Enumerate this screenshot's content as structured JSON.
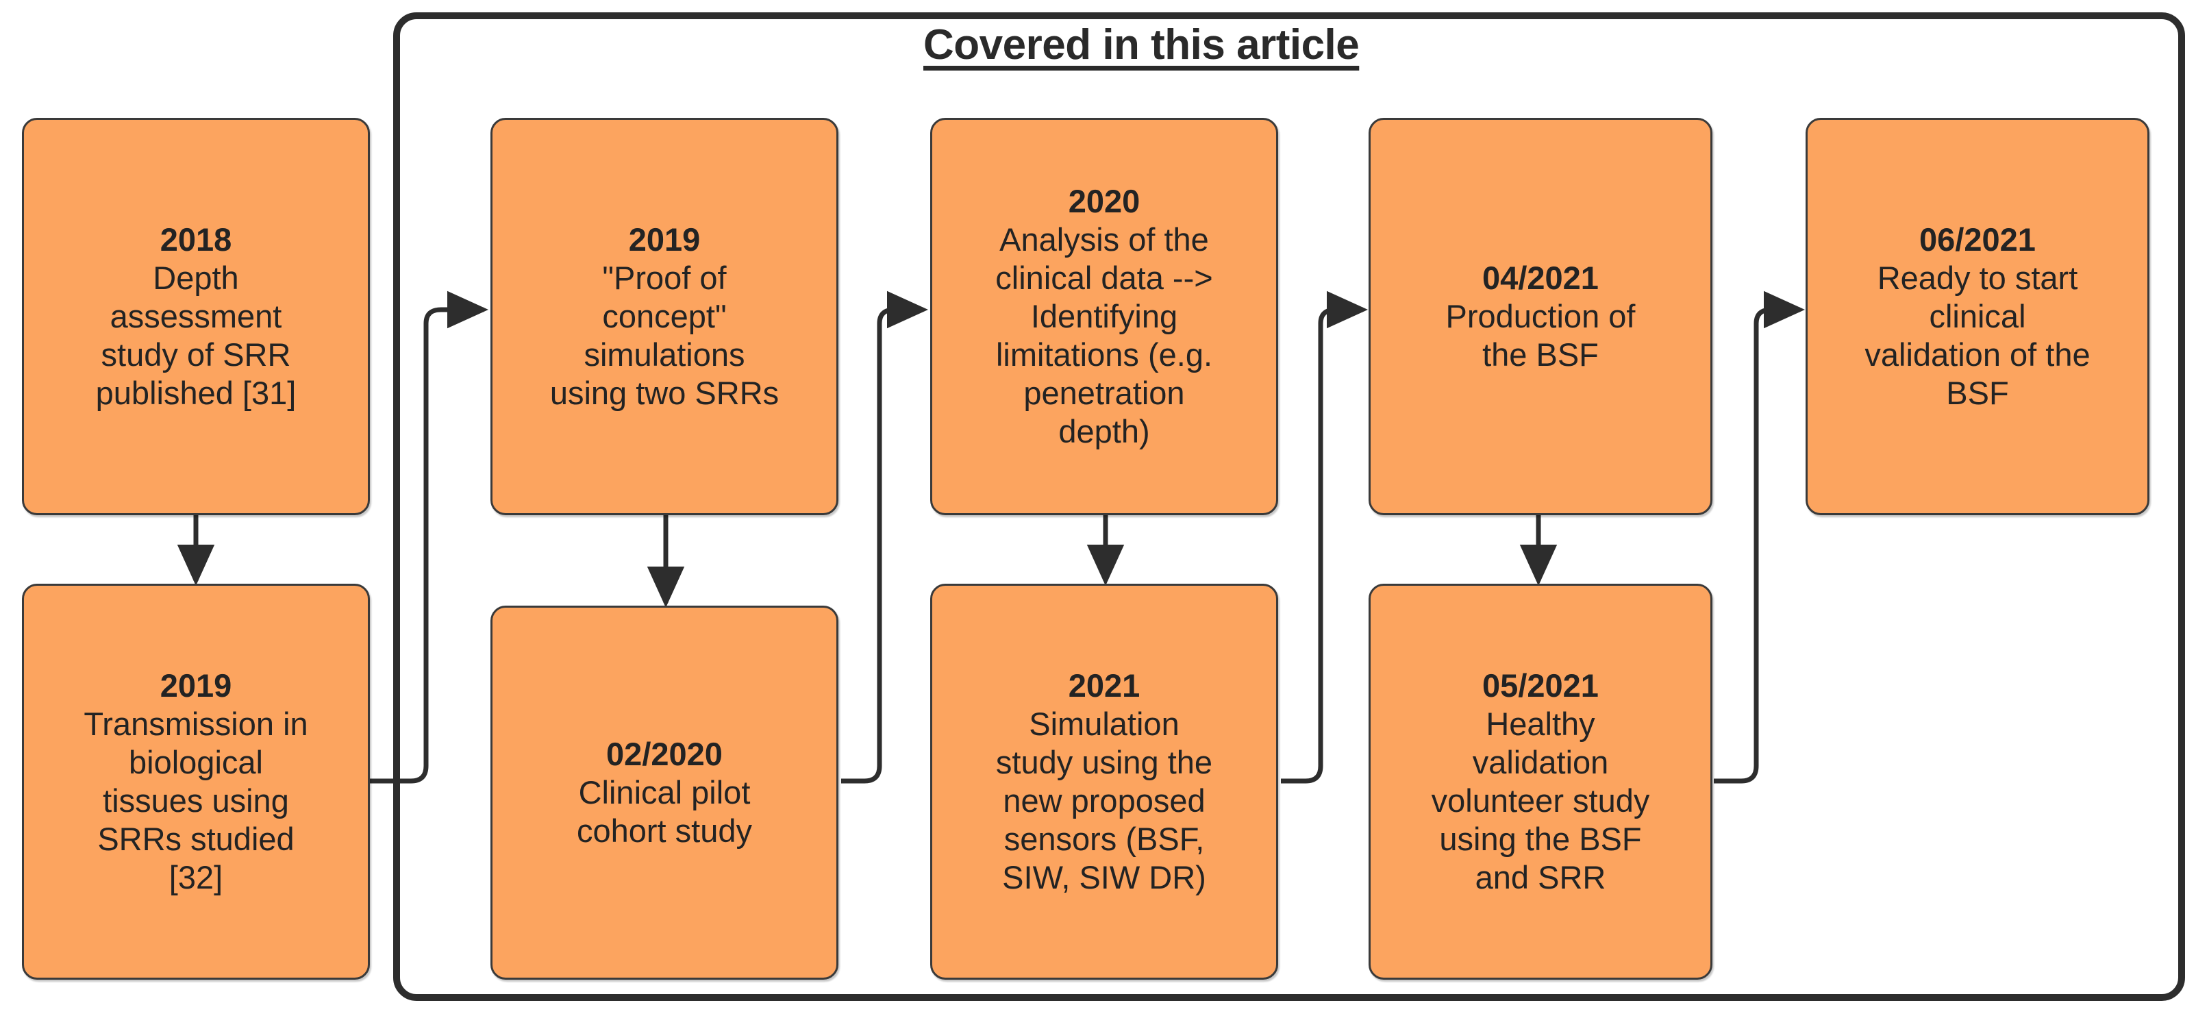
{
  "frame": {
    "title": "Covered in this article",
    "accent_color": "#FCA45F",
    "stroke_color": "#2d2d2d"
  },
  "nodes": [
    {
      "id": "n1",
      "year": "2018",
      "body": "Depth\nassessment\nstudy of SRR\npublished [31]"
    },
    {
      "id": "n2",
      "year": "2019",
      "body": "Transmission in\nbiological\ntissues using\nSRRs studied\n[32]"
    },
    {
      "id": "n3",
      "year": "2019",
      "body": "\"Proof of\nconcept\"\nsimulations\nusing two SRRs"
    },
    {
      "id": "n4",
      "year": "02/2020",
      "body": "Clinical pilot\ncohort study"
    },
    {
      "id": "n5",
      "year": "2020",
      "body": "Analysis of the\nclinical data -->\nIdentifying\nlimitations (e.g.\npenetration\ndepth)"
    },
    {
      "id": "n6",
      "year": "2021",
      "body": "Simulation\nstudy using the\nnew proposed\nsensors (BSF,\nSIW, SIW DR)"
    },
    {
      "id": "n7",
      "year": "04/2021",
      "body": "Production of\nthe BSF"
    },
    {
      "id": "n8",
      "year": "05/2021",
      "body": "Healthy\nvalidation\nvolunteer study\nusing the BSF\nand SRR"
    },
    {
      "id": "n9",
      "year": "06/2021",
      "body": "Ready to start\nclinical\nvalidation of the\nBSF"
    }
  ],
  "connectors": [
    {
      "id": "c1",
      "kind": "down-arrow",
      "from": "n1",
      "to": "n2"
    },
    {
      "id": "c2",
      "kind": "down-arrow",
      "from": "n3",
      "to": "n4"
    },
    {
      "id": "c3",
      "kind": "down-arrow",
      "from": "n5",
      "to": "n6"
    },
    {
      "id": "c4",
      "kind": "down-arrow",
      "from": "n7",
      "to": "n8"
    },
    {
      "id": "c5",
      "kind": "elbow-arrow",
      "from": "n2",
      "to": "n3"
    },
    {
      "id": "c6",
      "kind": "elbow-arrow",
      "from": "n4",
      "to": "n5"
    },
    {
      "id": "c7",
      "kind": "elbow-arrow",
      "from": "n6",
      "to": "n7"
    },
    {
      "id": "c8",
      "kind": "elbow-arrow",
      "from": "n8",
      "to": "n9"
    }
  ]
}
